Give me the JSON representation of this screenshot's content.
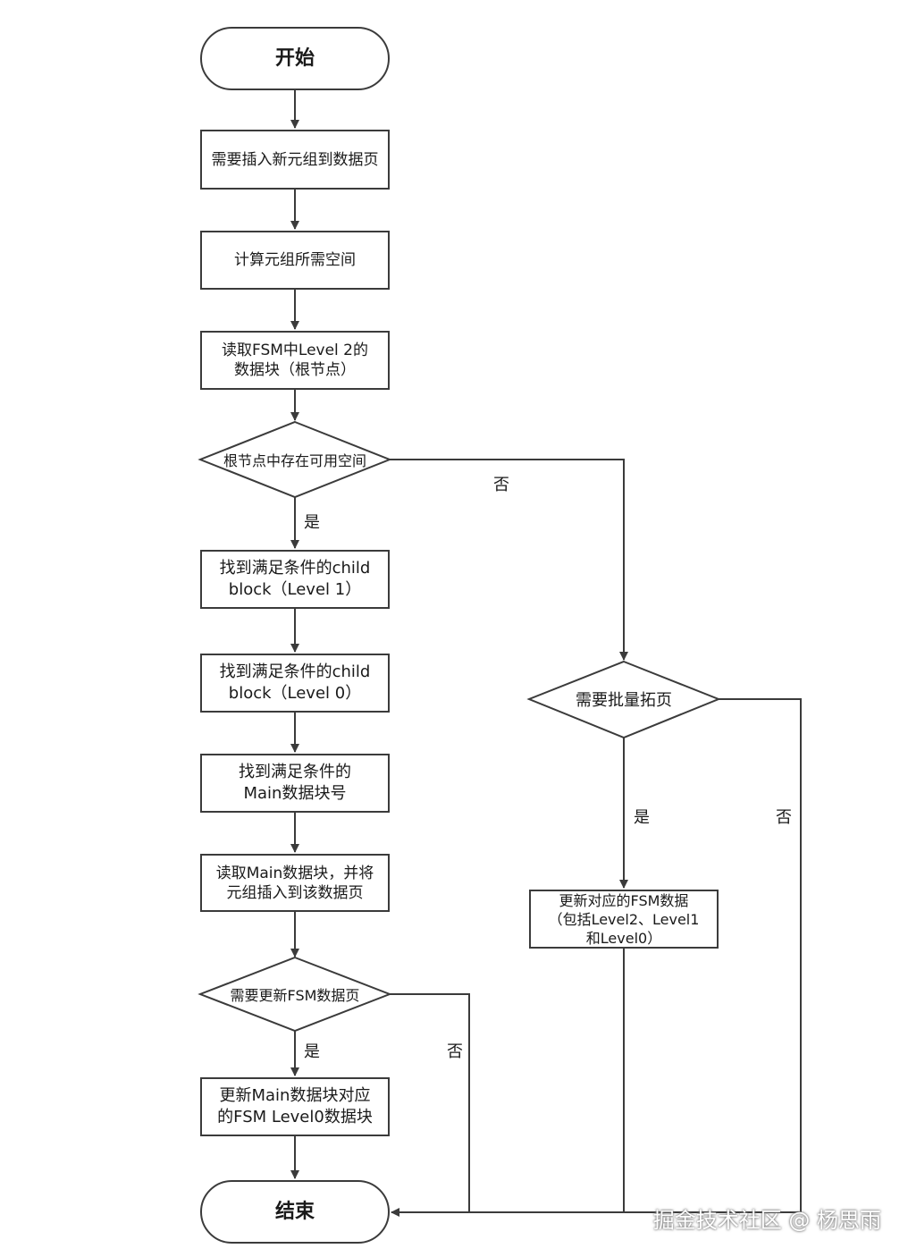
{
  "nodes": {
    "start": "开始",
    "insert_need": "需要插入新元组到数据页",
    "calc_space": "计算元组所需空间",
    "read_level2": "读取FSM中Level 2的\n数据块（根节点）",
    "root_has_space": "根节点中存在可用空间",
    "find_level1": "找到满足条件的child\nblock（Level 1）",
    "find_level0": "找到满足条件的child\nblock（Level 0）",
    "find_main": "找到满足条件的\nMain数据块号",
    "read_main": "读取Main数据块，并将\n元组插入到该数据页",
    "need_update_fsm": "需要更新FSM数据页",
    "update_level0": "更新Main数据块对应\n的FSM Level0数据块",
    "need_extend": "需要批量拓页",
    "update_fsm_all": "更新对应的FSM数据\n（包括Level2、Level1\n和Level0）",
    "end": "结束"
  },
  "edge_labels": {
    "root_yes": "是",
    "root_no": "否",
    "extend_yes": "是",
    "extend_no": "否",
    "fsm_yes": "是",
    "fsm_no": "否"
  },
  "watermark": "掘金技术社区 @ 杨思雨",
  "colors": {
    "stroke": "#3b3b3b",
    "background": "#ffffff"
  }
}
